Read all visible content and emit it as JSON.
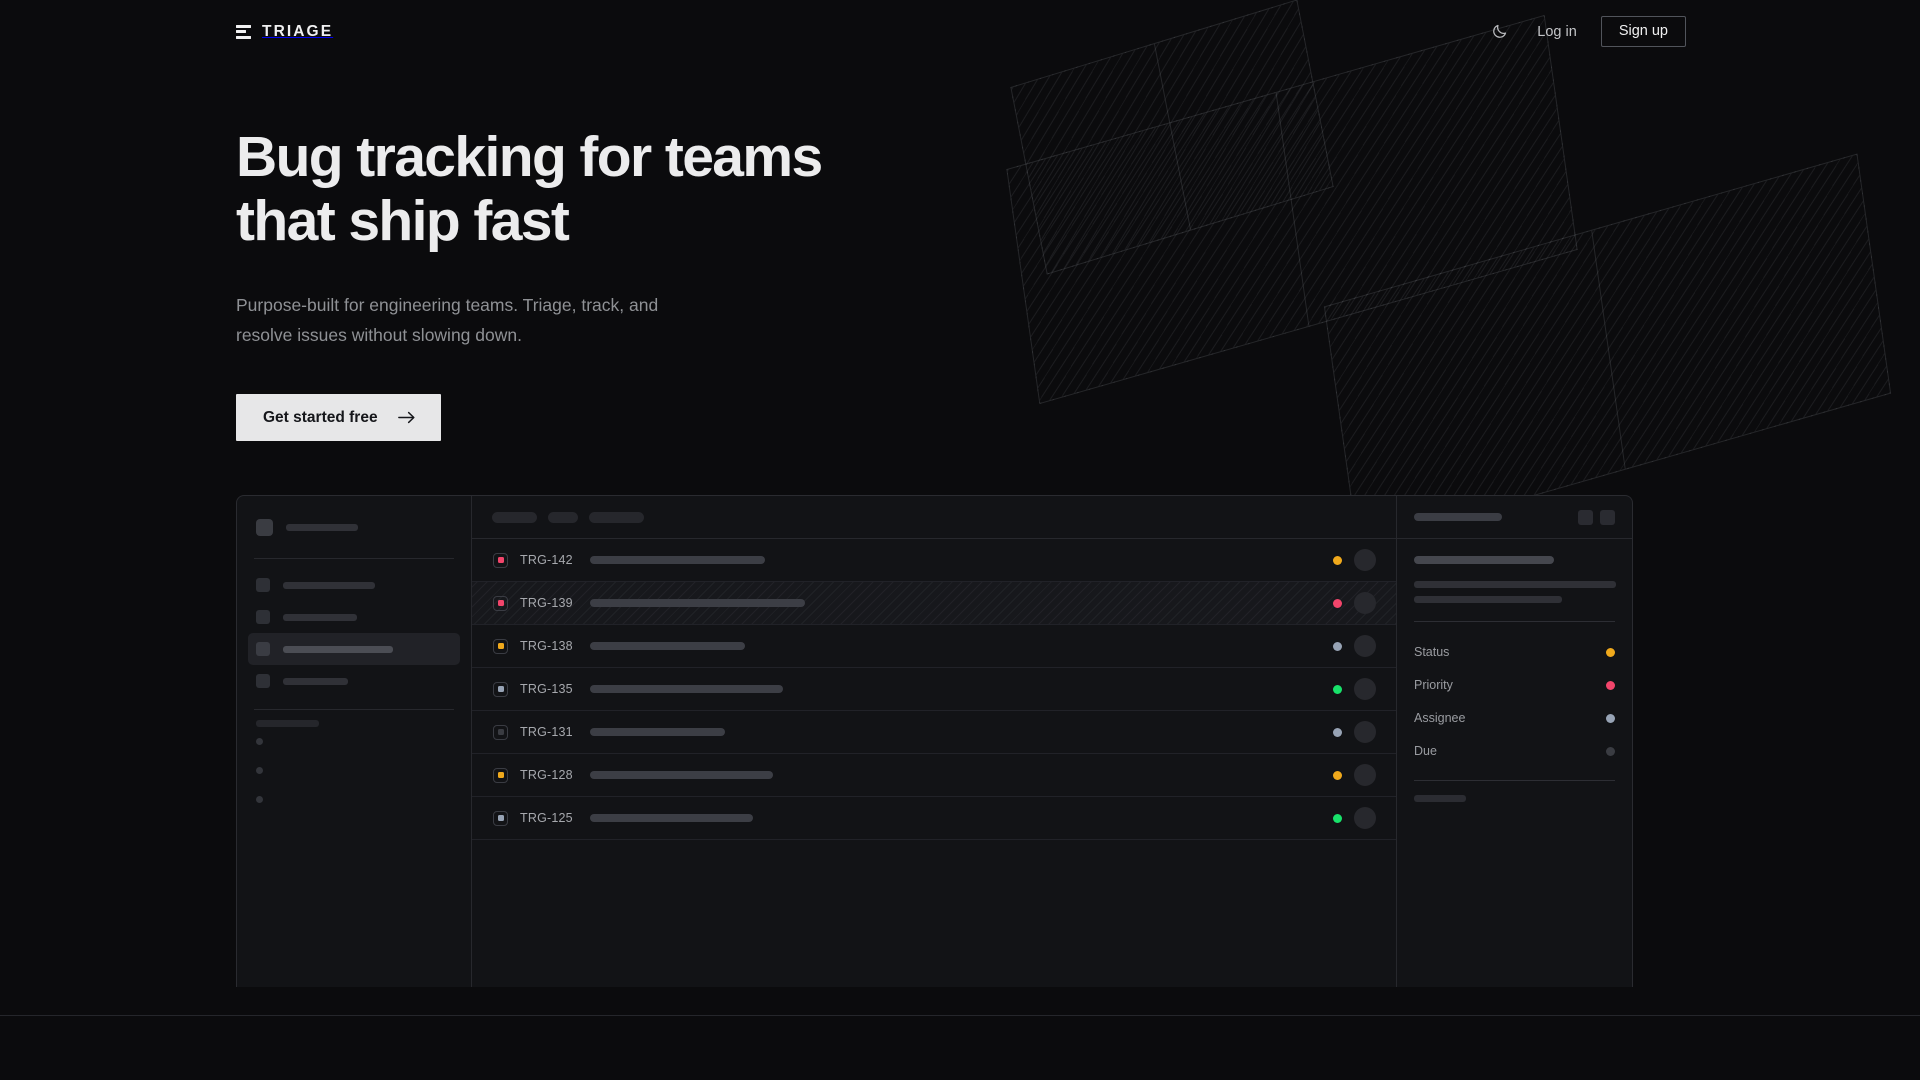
{
  "brand": {
    "name": "TRIAGE",
    "mark_icon": "stacked-bars-logo-icon"
  },
  "nav": {
    "theme_toggle_icon": "moon-icon",
    "login_label": "Log in",
    "signup_label": "Sign up"
  },
  "hero": {
    "title_line_1": "Bug tracking for teams",
    "title_line_2": "that ship fast",
    "subtitle_line_1": "Purpose-built for engineering teams. Triage, track, and",
    "subtitle_line_2": "resolve issues without slowing down.",
    "cta_label": "Get started free",
    "cta_arrow_icon": "arrow-right-icon"
  },
  "colors": {
    "page_bg": "#0b0b0d",
    "panel_bg": "#121316",
    "border": "#2a2b30",
    "accent_light": "#e7e7e8",
    "status_orange": "#f0a91c",
    "status_pink": "#f2456b",
    "status_green": "#18e26a",
    "status_slate": "#97a3b5",
    "status_muted": "#3a3c42"
  },
  "app_mockup": {
    "sidebar": {
      "workspace_placeholder_width": 72,
      "nav_items": [
        {
          "active": false,
          "width": 92
        },
        {
          "active": false,
          "width": 74
        },
        {
          "active": true,
          "width": 110
        },
        {
          "active": false,
          "width": 65
        }
      ],
      "section_label_width": 63,
      "mini_items": 3
    },
    "list": {
      "filter_chips": [
        45,
        30,
        55
      ],
      "rows": [
        {
          "id": "TRG-142",
          "badge_color": "#f2456b",
          "title_width": 175,
          "status_color": "#f0a91c",
          "striped": false
        },
        {
          "id": "TRG-139",
          "badge_color": "#f2456b",
          "title_width": 215,
          "status_color": "#f2456b",
          "striped": true
        },
        {
          "id": "TRG-138",
          "badge_color": "#f0a91c",
          "title_width": 155,
          "status_color": "#97a3b5",
          "striped": false
        },
        {
          "id": "TRG-135",
          "badge_color": "#97a3b5",
          "title_width": 193,
          "status_color": "#18e26a",
          "striped": false
        },
        {
          "id": "TRG-131",
          "badge_color": "#3a3c42",
          "title_width": 135,
          "status_color": "#97a3b5",
          "striped": false
        },
        {
          "id": "TRG-128",
          "badge_color": "#f0a91c",
          "title_width": 183,
          "status_color": "#f0a91c",
          "striped": false
        },
        {
          "id": "TRG-125",
          "badge_color": "#97a3b5",
          "title_width": 163,
          "status_color": "#18e26a",
          "striped": false
        }
      ]
    },
    "detail": {
      "header_bar_width": 88,
      "action_buttons": 2,
      "title_width": 140,
      "description_line_widths": [
        202,
        148
      ],
      "meta": [
        {
          "label": "Status",
          "color": "#f0a91c"
        },
        {
          "label": "Priority",
          "color": "#f2456b"
        },
        {
          "label": "Assignee",
          "color": "#97a3b5"
        },
        {
          "label": "Due",
          "color": "#3a3c42"
        }
      ],
      "activity_label_width": 52,
      "activity_items": 2
    }
  }
}
